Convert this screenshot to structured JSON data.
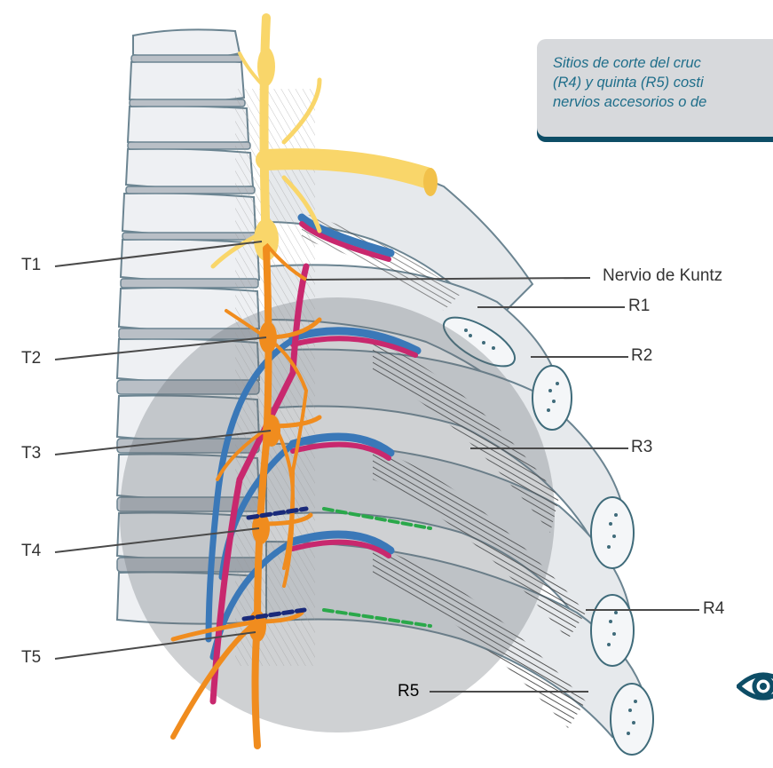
{
  "callout": {
    "line1": "Sitios de corte del cruc",
    "line2": "(R4) y quinta (R5) costi",
    "line3": "nervios accesorios o de"
  },
  "labels": {
    "t1": "T1",
    "t2": "T2",
    "t3": "T3",
    "t4": "T4",
    "t5": "T5",
    "kuntz": "Nervio de Kuntz",
    "r1": "R1",
    "r2": "R2",
    "r3": "R3",
    "r4": "R4",
    "r5": "R5"
  },
  "icons": {
    "corner": "eye-icon"
  },
  "colors": {
    "sympathetic_chain": "#f08c1e",
    "upper_ganglion": "#f9d66a",
    "artery": "#c8286e",
    "vein": "#3a78b8",
    "cut_line": "#1a2a7a",
    "alternative_cut": "#2aa84a",
    "callout_bg": "#d7d9dc",
    "callout_text": "#1f6e8a"
  }
}
